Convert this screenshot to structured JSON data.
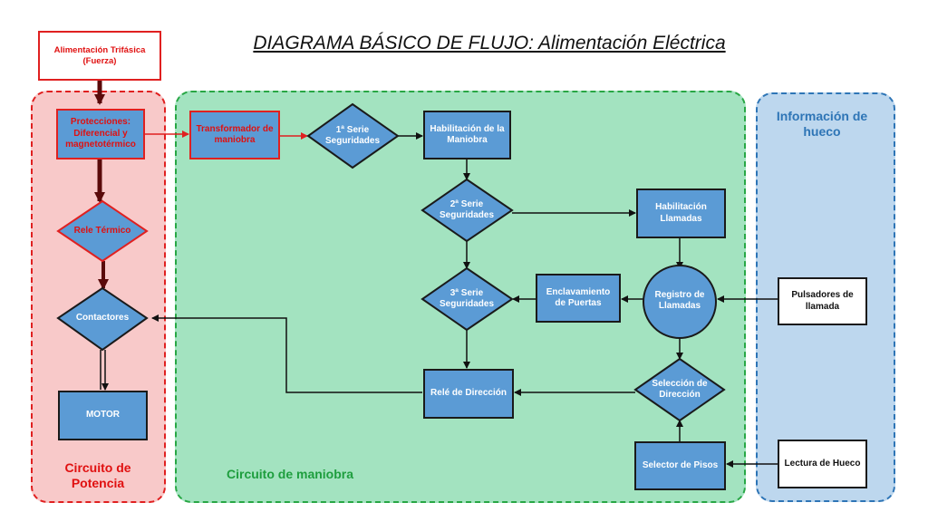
{
  "title": "DIAGRAMA BÁSICO DE FLUJO: Alimentación Eléctrica",
  "regions": {
    "power": "Circuito de Potencia",
    "control": "Circuito de maniobra",
    "shaft": "Información de hueco"
  },
  "nodes": {
    "supply": "Alimentación Trifásica (Fuerza)",
    "protections": "Protecciones: Diferencial y magnetotérmico",
    "thermal_relay": "Rele Térmico",
    "contactors": "Contactores",
    "motor": "MOTOR",
    "transformer": "Transformador de maniobra",
    "safety1": "1ª Serie Seguridades",
    "enable_maneuver": "Habilitación de la Maniobra",
    "safety2": "2ª Serie Seguridades",
    "enable_calls": "Habilitación Llamadas",
    "safety3": "3ª Serie Seguridades",
    "door_interlock": "Enclavamiento de Puertas",
    "call_register": "Registro de Llamadas",
    "call_buttons": "Pulsadores de llamada",
    "direction_relay": "Relé de Dirección",
    "direction_select": "Selección de Dirección",
    "floor_selector": "Selector de Pisos",
    "shaft_reading": "Lectura de Hueco"
  },
  "colors": {
    "power_fill": "#f8c9c9",
    "power_border": "#e02020",
    "control_fill": "#a3e3c0",
    "control_border": "#28a745",
    "shaft_fill": "#bdd7ee",
    "shaft_border": "#2e75b6",
    "node_fill": "#5b9bd5"
  }
}
